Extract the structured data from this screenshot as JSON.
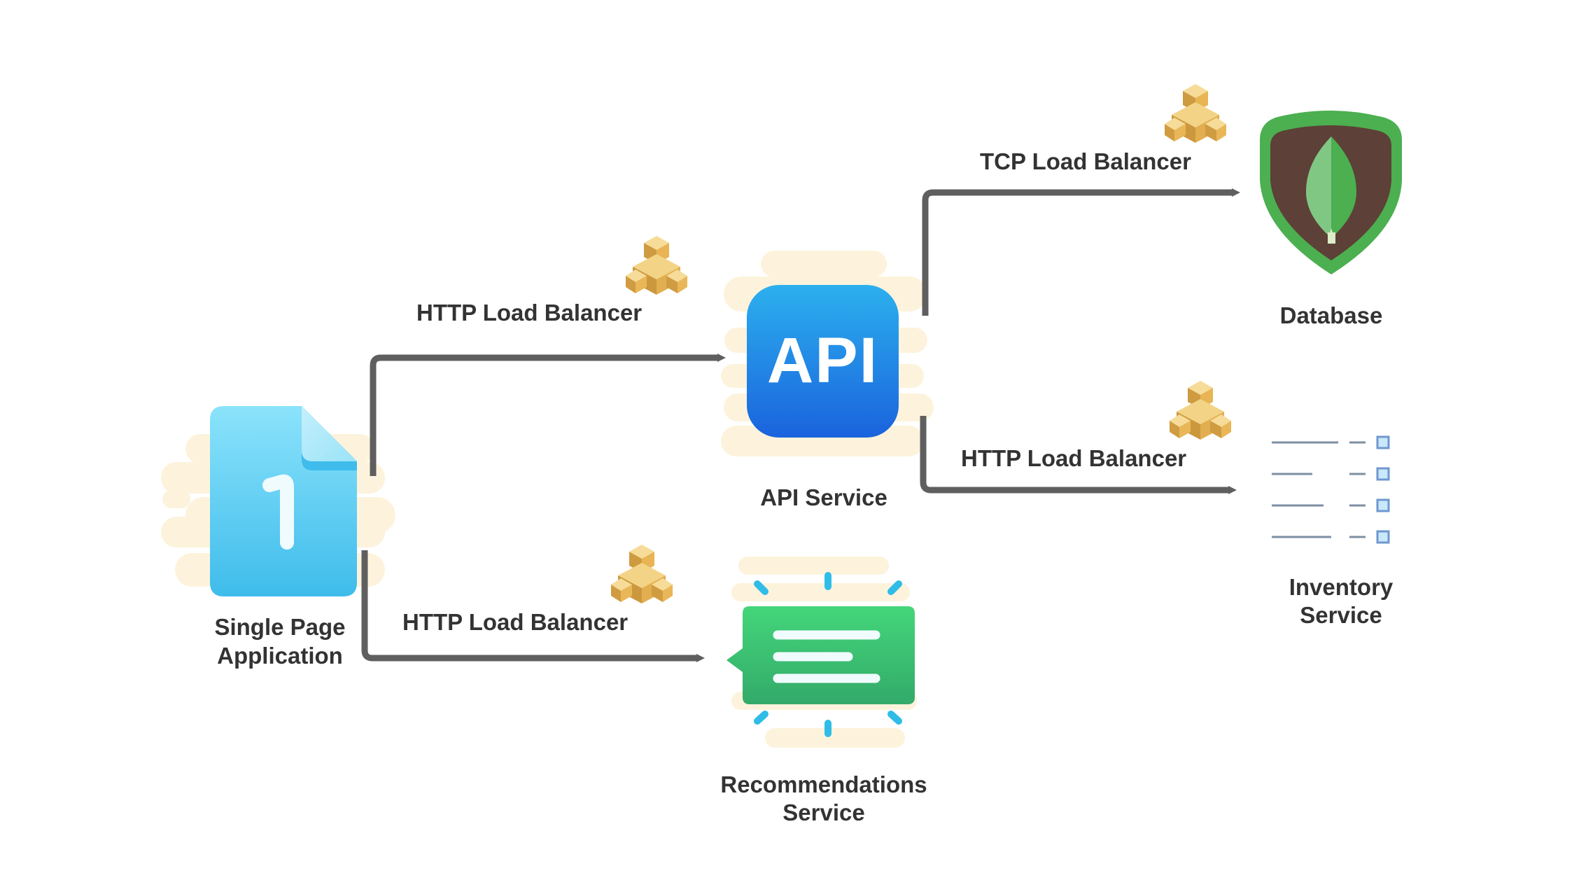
{
  "diagram": {
    "title": "",
    "colors": {
      "arrow": "#5f5f5f",
      "label_text": "#333333",
      "cloud_blob": "#fdf3dc",
      "spa_blue_top": "#8be3fb",
      "spa_blue_bottom": "#3fbceb",
      "api_blue_top": "#2cb0ee",
      "api_blue_bottom": "#1a63dd",
      "db_border": "#4caf50",
      "db_fill": "#5d4037",
      "leaf_light": "#81c784",
      "leaf_dark": "#4caf50",
      "rec_green_top": "#44d67a",
      "rec_green_bottom": "#33aa6a",
      "rays": "#2fbde8",
      "lb_gold": "#e2b24a",
      "inventory_line": "#7c8fa3",
      "inventory_box": "#c9e8fb"
    },
    "nodes": {
      "spa": {
        "label_line1": "Single Page",
        "label_line2": "Application",
        "icon": "document-one-icon",
        "glyph": "1"
      },
      "api": {
        "label": "API Service",
        "icon": "api-icon",
        "glyph": "API"
      },
      "database": {
        "label": "Database",
        "icon": "mongodb-leaf-shield-icon"
      },
      "inventory": {
        "label_line1": "Inventory",
        "label_line2": "Service",
        "icon": "checklist-icon"
      },
      "recommendations": {
        "label_line1": "Recommendations",
        "label_line2": "Service",
        "icon": "message-bubble-icon"
      }
    },
    "edges": [
      {
        "from": "spa",
        "to": "api",
        "label": "HTTP Load Balancer",
        "icon": "load-balancer-cubes-icon"
      },
      {
        "from": "spa",
        "to": "recommendations",
        "label": "HTTP Load Balancer",
        "icon": "load-balancer-cubes-icon"
      },
      {
        "from": "api",
        "to": "database",
        "label": "TCP Load Balancer",
        "icon": "load-balancer-cubes-icon"
      },
      {
        "from": "api",
        "to": "inventory",
        "label": "HTTP Load Balancer",
        "icon": "load-balancer-cubes-icon"
      }
    ]
  }
}
